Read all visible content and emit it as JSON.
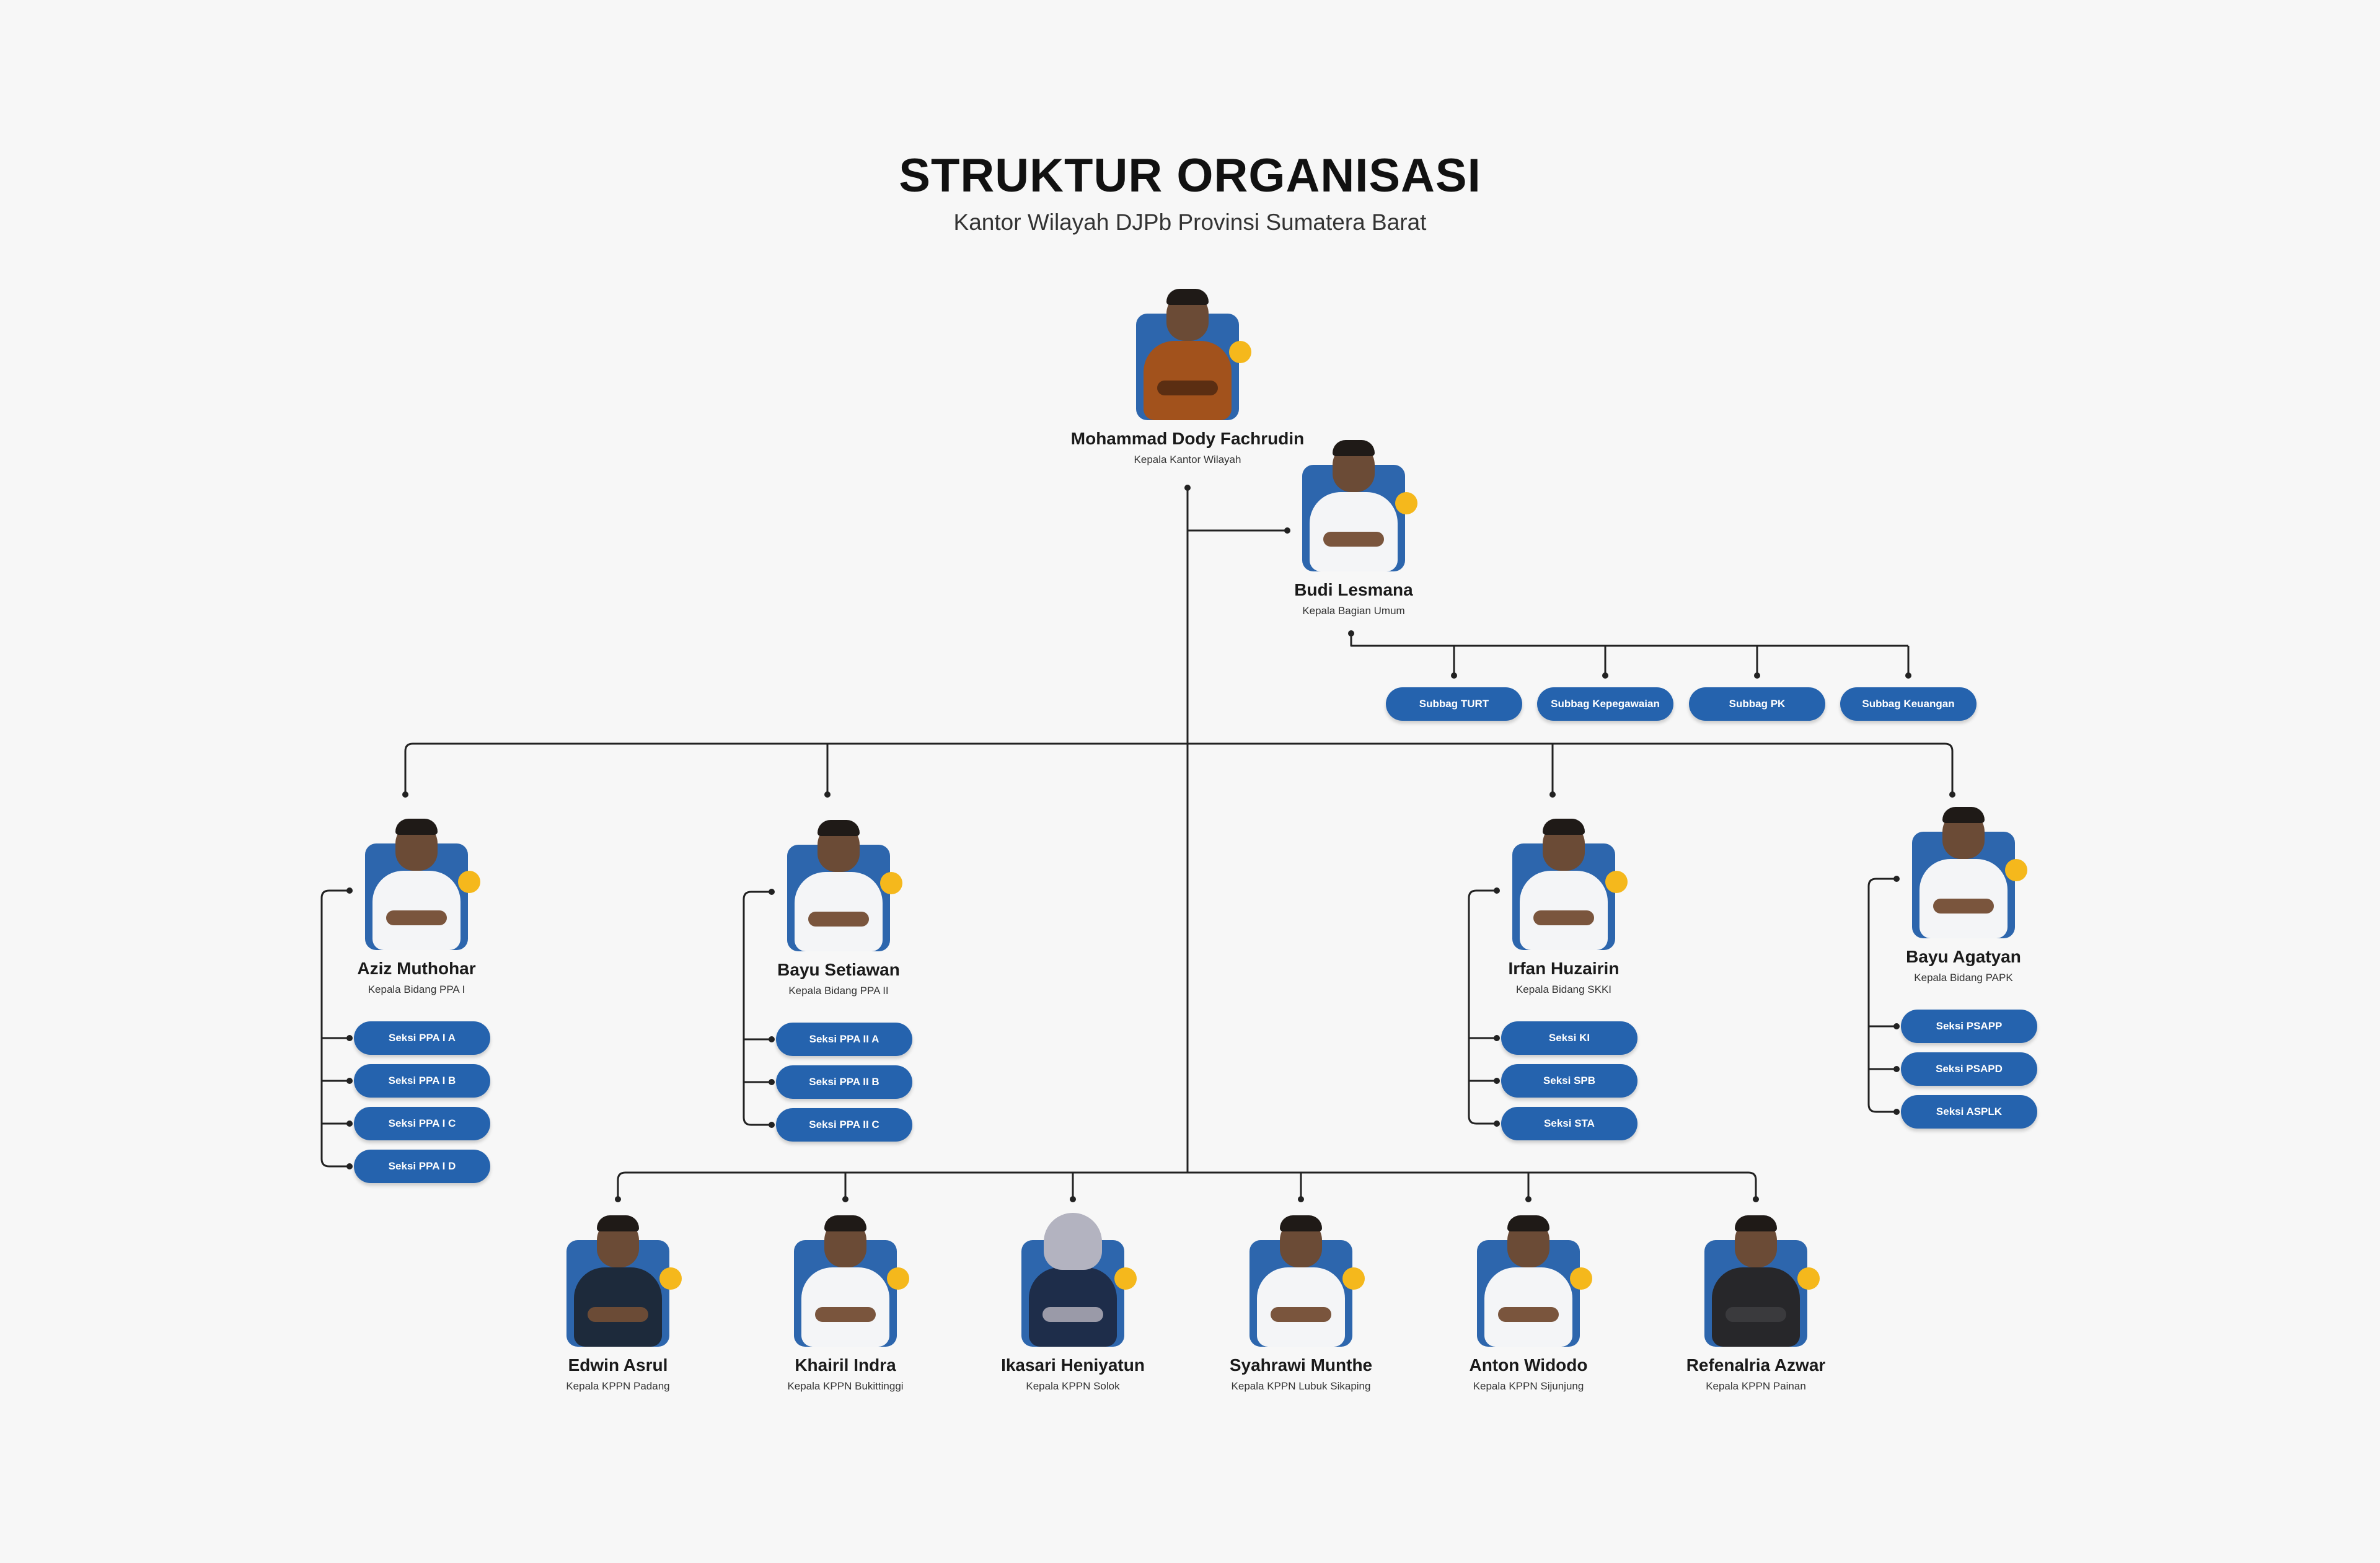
{
  "header": {
    "title": "STRUKTUR ORGANISASI",
    "subtitle": "Kantor Wilayah DJPb Provinsi Sumatera Barat"
  },
  "colors": {
    "photo_bg": "#2d66ad",
    "pill_bg": "#2563ae",
    "accent_dot": "#f5b81c",
    "line": "#222222"
  },
  "head": {
    "name": "Mohammad Dody Fachrudin",
    "role": "Kepala Kantor Wilayah",
    "photo_style": "batik"
  },
  "bagian_umum": {
    "name": "Budi Lesmana",
    "role": "Kepala Bagian Umum",
    "photo_style": "white",
    "units": [
      "Subbag TURT",
      "Subbag Kepegawaian",
      "Subbag PK",
      "Subbag Keuangan"
    ]
  },
  "bidang": [
    {
      "name": "Aziz Muthohar",
      "role": "Kepala Bidang PPA I",
      "photo_style": "white",
      "units": [
        "Seksi PPA I A",
        "Seksi PPA I B",
        "Seksi PPA I C",
        "Seksi PPA I D"
      ]
    },
    {
      "name": "Bayu Setiawan",
      "role": "Kepala Bidang PPA II",
      "photo_style": "white",
      "units": [
        "Seksi PPA II A",
        "Seksi PPA II B",
        "Seksi PPA II C"
      ]
    },
    {
      "name": "Irfan Huzairin",
      "role": "Kepala Bidang SKKI",
      "photo_style": "white",
      "units": [
        "Seksi KI",
        "Seksi SPB",
        "Seksi STA"
      ]
    },
    {
      "name": "Bayu Agatyan",
      "role": "Kepala Bidang PAPK",
      "photo_style": "white",
      "units": [
        "Seksi PSAPP",
        "Seksi PSAPD",
        "Seksi ASPLK"
      ]
    }
  ],
  "kppn": [
    {
      "name": "Edwin Asrul",
      "role": "Kepala KPPN Padang",
      "photo_style": "pattern"
    },
    {
      "name": "Khairil Indra",
      "role": "Kepala KPPN Bukittinggi",
      "photo_style": "white"
    },
    {
      "name": "Ikasari Heniyatun",
      "role": "Kepala KPPN Solok",
      "photo_style": "hijab"
    },
    {
      "name": "Syahrawi Munthe",
      "role": "Kepala KPPN Lubuk Sikaping",
      "photo_style": "white"
    },
    {
      "name": "Anton Widodo",
      "role": "Kepala KPPN Sijunjung",
      "photo_style": "white"
    },
    {
      "name": "Refenalria Azwar",
      "role": "Kepala KPPN Painan",
      "photo_style": "dark"
    }
  ]
}
